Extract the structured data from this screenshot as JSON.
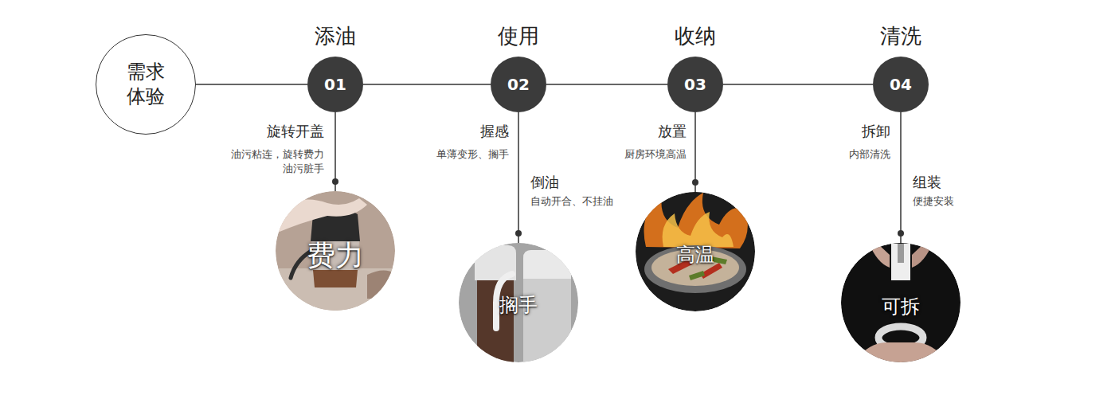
{
  "diagram": {
    "nodes": [
      {
        "text": [
          "需求 体验"
        ]
      },
      {
        "text": [
          "添油",
          "01"
        ]
      },
      {
        "text": [
          "费力"
        ]
      },
      {
        "text": [
          "使用",
          "02"
        ]
      },
      {
        "text": [
          "搁手"
        ]
      },
      {
        "text": [
          "收纳",
          "03"
        ]
      },
      {
        "text": [
          "高温"
        ]
      },
      {
        "text": [
          "清洗",
          "04"
        ]
      },
      {
        "text": [
          "可拆"
        ]
      }
    ],
    "edges": [
      {
        "from": 0,
        "to": 1,
        "arrow": "none"
      },
      {
        "from": 1,
        "to": 3,
        "arrow": "none"
      },
      {
        "from": 3,
        "to": 5,
        "arrow": "none"
      },
      {
        "from": 5,
        "to": 7,
        "arrow": "none"
      },
      {
        "from": 1,
        "to": 2,
        "arrow": "none"
      },
      {
        "from": 3,
        "to": 4,
        "arrow": "none"
      },
      {
        "from": 5,
        "to": 6,
        "arrow": "none"
      },
      {
        "from": 7,
        "to": 8,
        "arrow": "none"
      }
    ],
    "labels": [
      "旋转开盖",
      "油污粘连，旋转费力 油污脏手",
      "握感",
      "单薄变形、搁手",
      "倒油",
      "自动开合、不挂油",
      "放置",
      "厨房环境高温",
      "拆卸",
      "内部清洗",
      "组装",
      "便捷安装"
    ]
  }
}
